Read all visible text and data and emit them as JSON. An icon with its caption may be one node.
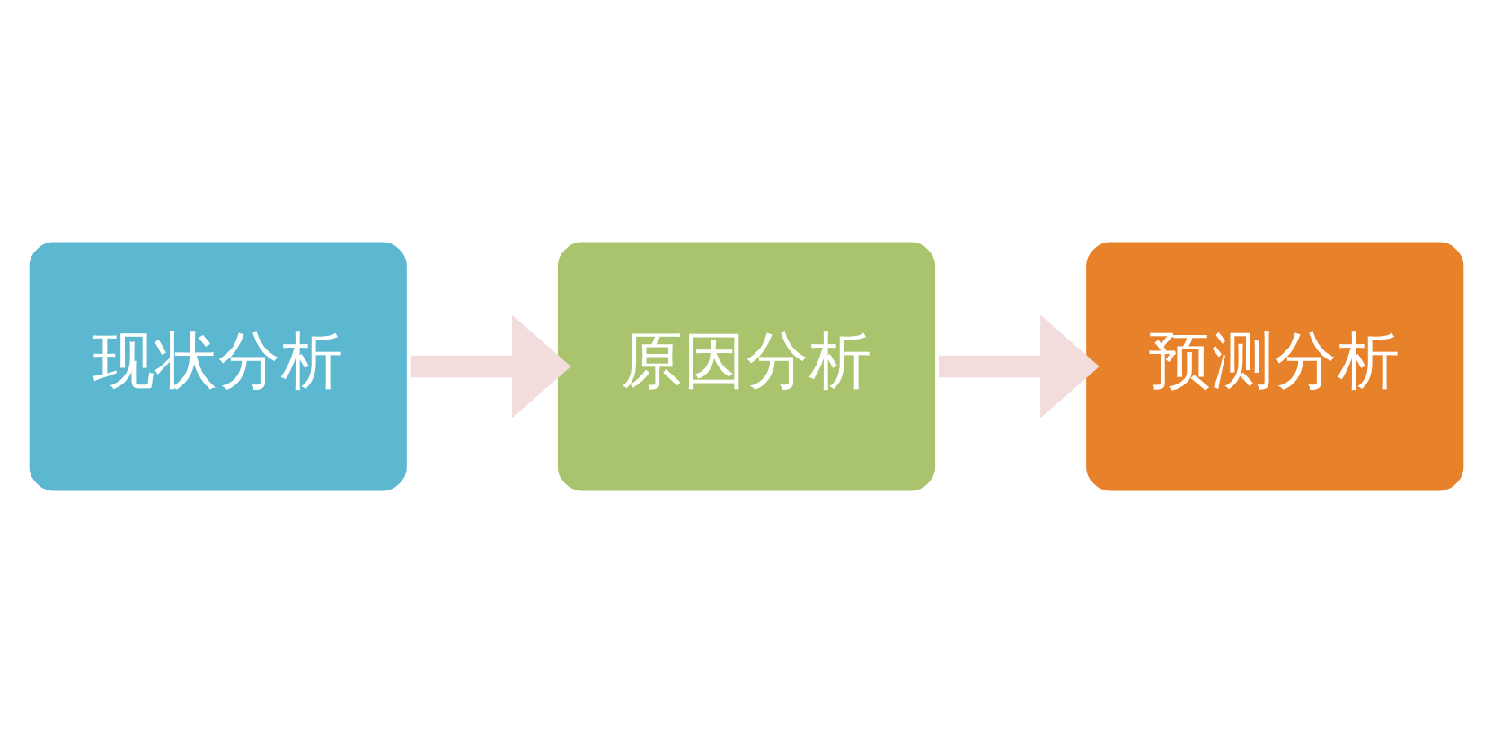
{
  "diagram": {
    "nodes": [
      {
        "text": [
          "现状分析"
        ]
      },
      {
        "text": [
          "原因分析"
        ]
      },
      {
        "text": [
          "预测分析"
        ]
      }
    ],
    "edges": [
      {
        "from": 0,
        "to": 1,
        "arrow": "to"
      },
      {
        "from": 1,
        "to": 2,
        "arrow": "to"
      }
    ]
  }
}
